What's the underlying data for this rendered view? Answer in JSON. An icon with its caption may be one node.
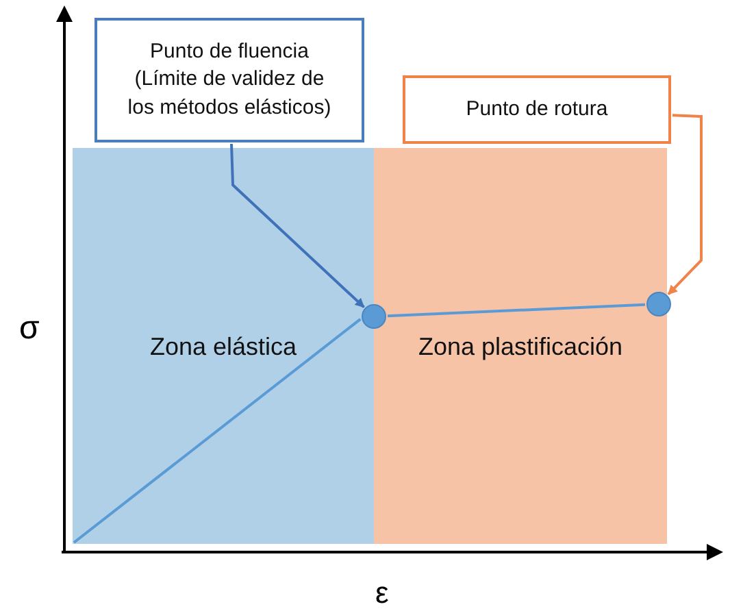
{
  "diagram": {
    "nodes": [
      {
        "text": [
          "Zona elástica"
        ]
      },
      {
        "text": [
          "Zona plastificación"
        ]
      },
      {
        "text": [
          "Punto de fluencia (Límite de validez de los métodos elásticos)"
        ]
      },
      {
        "text": [
          "Punto de rotura"
        ]
      },
      {
        "text": [],
        "shape": "circle"
      },
      {
        "text": [],
        "shape": "circle",
        "in": 1
      }
    ],
    "edges": [
      {
        "from": 2,
        "to": 4,
        "arrow": "to",
        "color": "#3f72b8"
      },
      {
        "from": 3,
        "to": 5,
        "arrow": "to",
        "color": "#f0834a"
      },
      {
        "from": 4,
        "to": 5,
        "arrow": "none",
        "color": "#5b9bd5"
      },
      {
        "from": 0,
        "to": 4,
        "arrow": "none",
        "color": "#5b9bd5"
      }
    ],
    "labels": [
      "σ",
      "ε"
    ]
  }
}
